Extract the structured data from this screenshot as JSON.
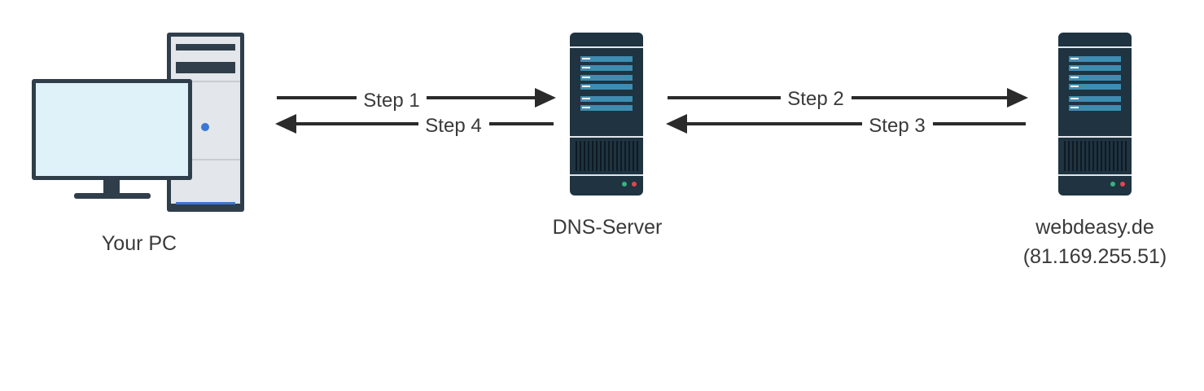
{
  "nodes": {
    "pc": {
      "label": "Your PC",
      "icon": "desktop-computer-icon"
    },
    "dns": {
      "label": "DNS-Server",
      "icon": "server-icon"
    },
    "web": {
      "label_line1": "webdeasy.de",
      "label_line2": "(81.169.255.51)",
      "icon": "server-icon"
    }
  },
  "steps": {
    "step1": "Step 1",
    "step2": "Step 2",
    "step3": "Step 3",
    "step4": "Step 4"
  },
  "colors": {
    "arrow": "#2b2b2b",
    "text": "#3a3a3a",
    "server_body": "#1f3340",
    "server_bar": "#3e8db1",
    "monitor_screen": "#dff2fa",
    "monitor_frame": "#2f3e4a",
    "tower_body": "#e3e6ea",
    "power_led": "#3a78d4"
  }
}
